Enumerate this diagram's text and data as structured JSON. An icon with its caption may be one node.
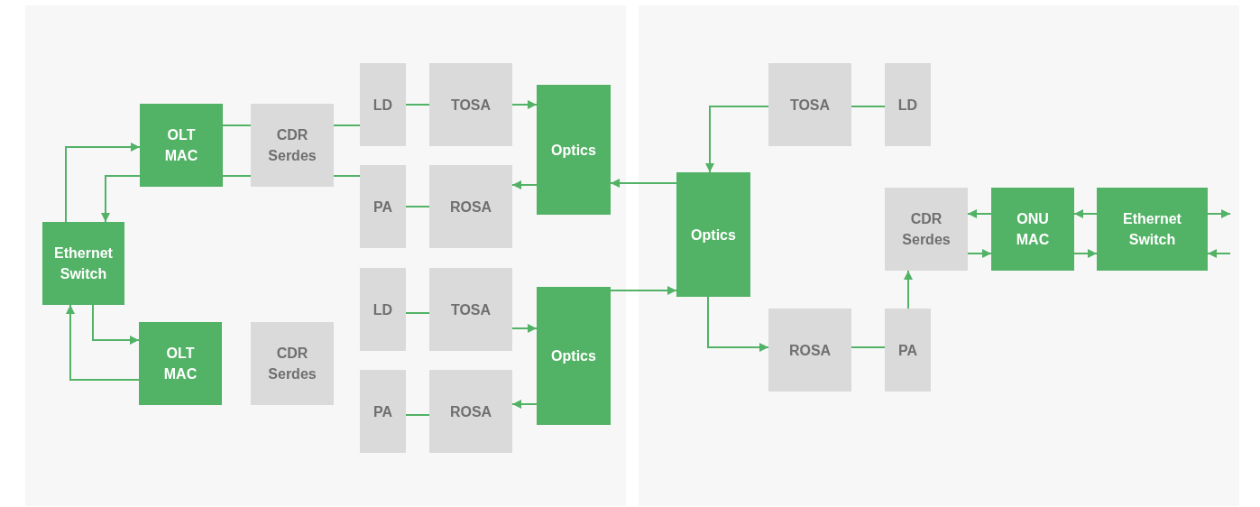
{
  "diagram": {
    "nodes": [
      {
        "text": [
          "Ethernet Switch"
        ]
      },
      {
        "text": [
          "OLT MAC"
        ]
      },
      {
        "text": [
          "CDR Serdes"
        ]
      },
      {
        "text": [
          "LD"
        ]
      },
      {
        "text": [
          "TOSA"
        ]
      },
      {
        "text": [
          "PA"
        ]
      },
      {
        "text": [
          "ROSA"
        ]
      },
      {
        "text": [
          "Optics"
        ]
      },
      {
        "text": [
          "OLT MAC"
        ]
      },
      {
        "text": [
          "CDR Serdes"
        ]
      },
      {
        "text": [
          "LD"
        ]
      },
      {
        "text": [
          "TOSA"
        ]
      },
      {
        "text": [
          "PA"
        ]
      },
      {
        "text": [
          "ROSA"
        ]
      },
      {
        "text": [
          "Optics"
        ]
      },
      {
        "text": [
          "Optics"
        ]
      },
      {
        "text": [
          "TOSA"
        ]
      },
      {
        "text": [
          "LD"
        ]
      },
      {
        "text": [
          "ROSA"
        ]
      },
      {
        "text": [
          "PA"
        ]
      },
      {
        "text": [
          "CDR Serdes"
        ]
      },
      {
        "text": [
          "ONU MAC"
        ]
      },
      {
        "text": [
          "Ethernet Switch"
        ]
      }
    ],
    "edges": [
      {
        "from": 0,
        "to": 1,
        "arrow": "to"
      },
      {
        "from": 1,
        "to": 0,
        "arrow": "to"
      },
      {
        "from": 1,
        "to": 2,
        "arrow": "none"
      },
      {
        "from": 1,
        "to": 2,
        "arrow": "none"
      },
      {
        "from": 2,
        "to": 3,
        "arrow": "none"
      },
      {
        "from": 2,
        "to": 5,
        "arrow": "none"
      },
      {
        "from": 3,
        "to": 4,
        "arrow": "none"
      },
      {
        "from": 5,
        "to": 6,
        "arrow": "none"
      },
      {
        "from": 4,
        "to": 7,
        "arrow": "to"
      },
      {
        "from": 7,
        "to": 6,
        "arrow": "to"
      },
      {
        "from": 0,
        "to": 8,
        "arrow": "to"
      },
      {
        "from": 8,
        "to": 0,
        "arrow": "to"
      },
      {
        "from": 10,
        "to": 11,
        "arrow": "none"
      },
      {
        "from": 11,
        "to": 14,
        "arrow": "to"
      },
      {
        "from": 14,
        "to": 13,
        "arrow": "to"
      },
      {
        "from": 12,
        "to": 13,
        "arrow": "none"
      },
      {
        "from": 15,
        "to": 7,
        "arrow": "to"
      },
      {
        "from": 14,
        "to": 15,
        "arrow": "to"
      },
      {
        "from": 16,
        "to": 15,
        "arrow": "to"
      },
      {
        "from": 15,
        "to": 18,
        "arrow": "to"
      },
      {
        "from": 16,
        "to": 17,
        "arrow": "none"
      },
      {
        "from": 18,
        "to": 19,
        "arrow": "none"
      },
      {
        "from": 19,
        "to": 20,
        "arrow": "to"
      },
      {
        "from": 21,
        "to": 20,
        "arrow": "to"
      },
      {
        "from": 20,
        "to": 21,
        "arrow": "to"
      },
      {
        "from": 22,
        "to": 21,
        "arrow": "to"
      },
      {
        "from": 21,
        "to": 22,
        "arrow": "to"
      },
      {
        "from": 22,
        "to": null,
        "arrow": "to"
      },
      {
        "from": null,
        "to": 22,
        "arrow": "to"
      }
    ]
  }
}
